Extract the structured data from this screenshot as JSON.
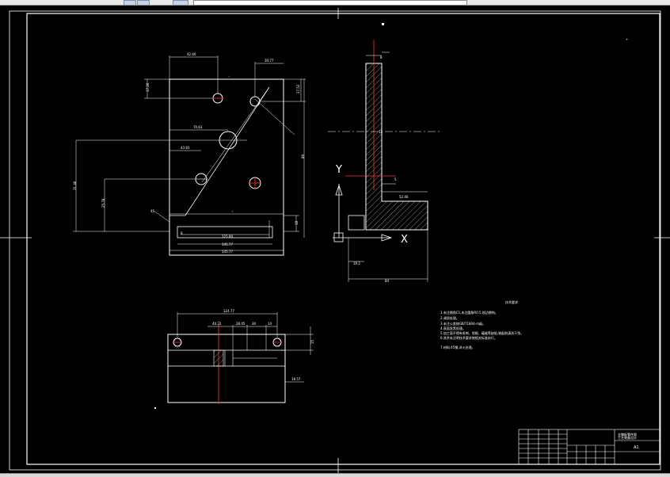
{
  "app": {
    "toolbar_buttons": [
      "",
      "",
      ""
    ],
    "toolbar_field": ""
  },
  "drawing": {
    "front_view": {
      "dims": {
        "top_left": "42.60",
        "top_right": "30.77",
        "left_hole_v": "17.26",
        "right_hole_v": "27.52",
        "mid_h": "70.63",
        "lower_h": "43.81",
        "left_v_big": "31.46",
        "left_v_small": "25.78",
        "right_v_long": "89",
        "bottom_inner": "125.80",
        "bottom_mid": "145.77",
        "bottom_outer": "145.77",
        "right_small": "18",
        "left_small": "8",
        "corner_label": "45"
      }
    },
    "side_view": {
      "dims": {
        "top": "8",
        "mid": "12",
        "right_small": "5",
        "flange": "52.40",
        "bottom_left": "19.2",
        "bottom": "84"
      },
      "axis_x": "X",
      "axis_y": "Y"
    },
    "bottom_view": {
      "dims": {
        "top_total": "124.77",
        "d1": "40.32",
        "d2": "28.05",
        "d3": "30",
        "d4": "14",
        "right_v": "15",
        "right_small": "18.57"
      }
    },
    "tech_notes": {
      "heading": "技术要求",
      "lines": [
        "1.未注倒角C1,未注圆角R0.5,锐边倒钝。",
        "2.调质处理。",
        "3.未注公差按GB/T1804-m级。",
        "4.表面发黑处理。",
        "5.加工面不得有毛刺、划痕、磕碰等缺陷,装配前清洗干净。",
        "6.其余未注明技术要求按相关标准执行。",
        "",
        "7.材料:45钢,淬火处理。"
      ]
    },
    "title_block": {
      "name_line1": "支撑板零件图",
      "name_line2": "工艺装备设计",
      "sheet": "A1"
    }
  }
}
